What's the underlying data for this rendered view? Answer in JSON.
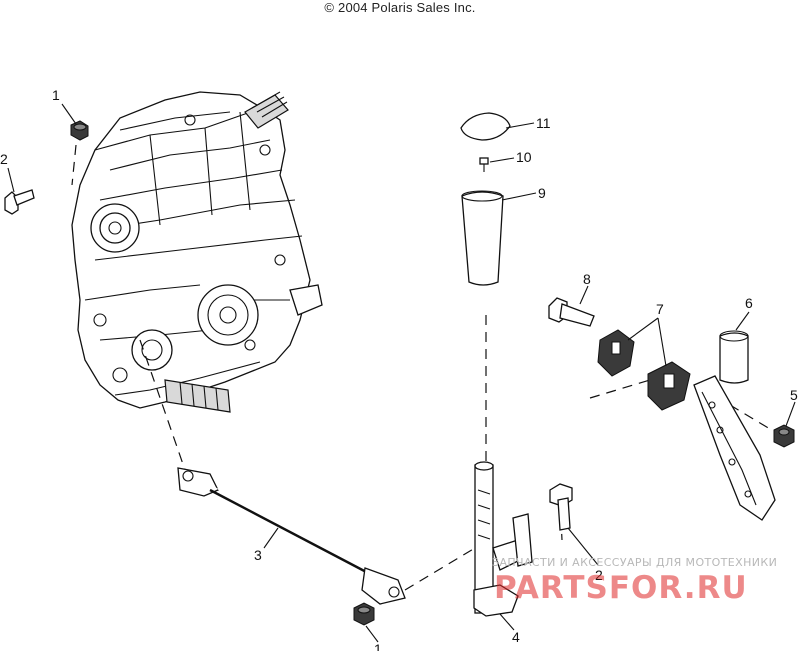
{
  "header": {
    "copyright": "© 2004 Polaris Sales Inc."
  },
  "callouts": [
    {
      "id": "c1a",
      "label": "1"
    },
    {
      "id": "c2a",
      "label": "2"
    },
    {
      "id": "c3",
      "label": "3"
    },
    {
      "id": "c1b",
      "label": "1"
    },
    {
      "id": "c11",
      "label": "11"
    },
    {
      "id": "c10",
      "label": "10"
    },
    {
      "id": "c9",
      "label": "9"
    },
    {
      "id": "c8",
      "label": "8"
    },
    {
      "id": "c7",
      "label": "7"
    },
    {
      "id": "c6",
      "label": "6"
    },
    {
      "id": "c5",
      "label": "5"
    },
    {
      "id": "c2b",
      "label": "2"
    },
    {
      "id": "c4",
      "label": "4"
    }
  ],
  "watermark": {
    "tagline": "ЗАПЧАСТИ И АКСЕССУАРЫ ДЛЯ МОТОТЕХНИКИ",
    "logo": "PARTSFOR.RU"
  }
}
